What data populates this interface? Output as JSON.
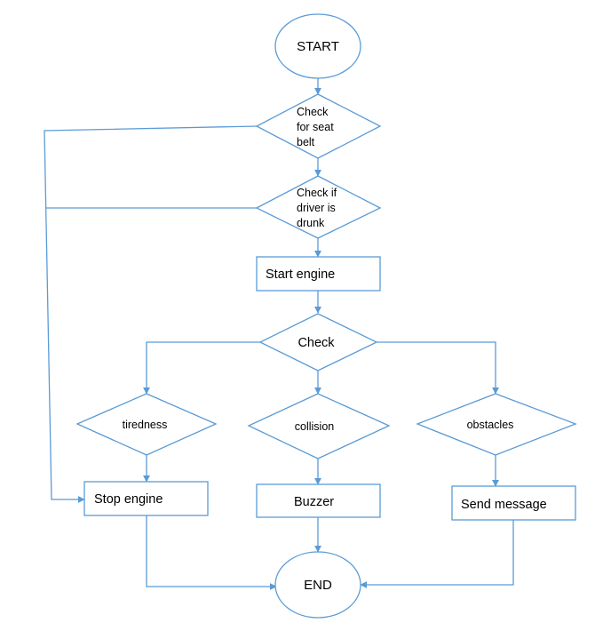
{
  "colors": {
    "stroke": "#5b9bd5",
    "text": "#000000",
    "background": "#ffffff"
  },
  "nodes": {
    "start": {
      "label": "START"
    },
    "seat_belt": {
      "lines": [
        "Check",
        "for seat",
        "belt"
      ]
    },
    "drunk": {
      "lines": [
        "Check if",
        "driver is",
        "drunk"
      ]
    },
    "start_engine": {
      "label": "Start engine"
    },
    "check": {
      "label": "Check"
    },
    "tiredness": {
      "label": "tiredness"
    },
    "collision": {
      "label": "collision"
    },
    "obstacles": {
      "label": "obstacles"
    },
    "stop_engine": {
      "label": "Stop engine"
    },
    "buzzer": {
      "label": "Buzzer"
    },
    "send_message": {
      "label": "Send message"
    },
    "end": {
      "label": "END"
    }
  }
}
